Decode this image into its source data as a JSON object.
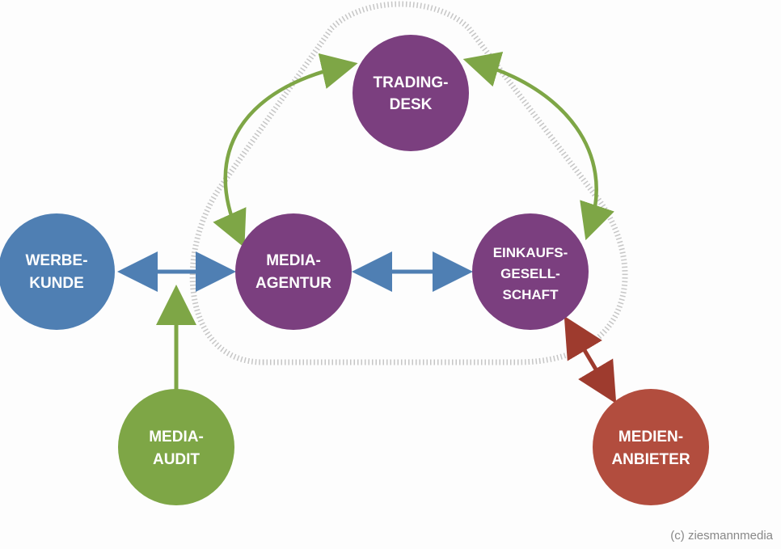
{
  "nodes": {
    "trading_desk": {
      "line1": "TRADING-",
      "line2": "DESK",
      "color": "#7b3f7f"
    },
    "media_agentur": {
      "line1": "MEDIA-",
      "line2": "AGENTUR",
      "color": "#7b3f7f"
    },
    "einkaufsgesellschaft": {
      "line1": "EINKAUFS-",
      "line2": "GESELL-",
      "line3": "SCHAFT",
      "color": "#7b3f7f"
    },
    "werbekunde": {
      "line1": "WERBE-",
      "line2": "KUNDE",
      "color": "#4f7fb3"
    },
    "media_audit": {
      "line1": "MEDIA-",
      "line2": "AUDIT",
      "color": "#7ea646"
    },
    "medienanbieter": {
      "line1": "MEDIEN-",
      "line2": "ANBIETER",
      "color": "#b24d3e"
    }
  },
  "colors": {
    "green_arrow": "#7ea646",
    "blue_arrow": "#4f7fb3",
    "red_arrow": "#9e3b2e",
    "hatch": "#b5b5b5"
  },
  "credit": "(c) ziesmannmedia"
}
